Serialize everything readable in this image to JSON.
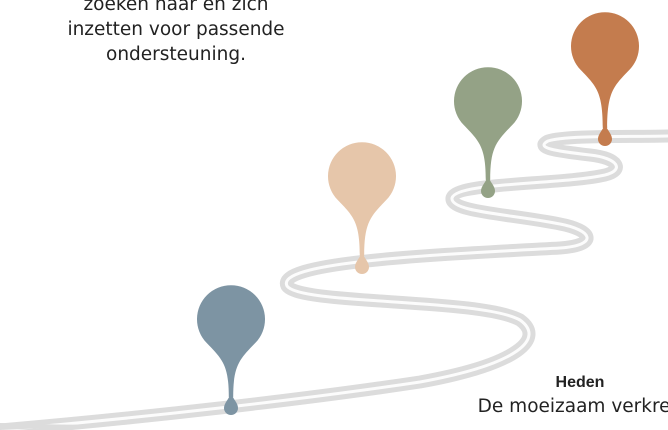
{
  "text": {
    "intro_lines": [
      "zoeken naar en zich",
      "inzetten voor passende",
      "ondersteuning."
    ],
    "heden_title": "Heden",
    "heden_desc": "De moeizaam verkreg"
  },
  "colors": {
    "road": "#dcdcdc",
    "road_highlight": "#ffffff",
    "pin_blue": "#7d94a3",
    "pin_peach": "#e6c6aa",
    "pin_green": "#94a286",
    "pin_orange": "#c47c4e"
  },
  "pins": [
    {
      "name": "pin-blue",
      "color_key": "pin_blue"
    },
    {
      "name": "pin-peach",
      "color_key": "pin_peach"
    },
    {
      "name": "pin-green",
      "color_key": "pin_green"
    },
    {
      "name": "pin-orange",
      "color_key": "pin_orange"
    }
  ]
}
